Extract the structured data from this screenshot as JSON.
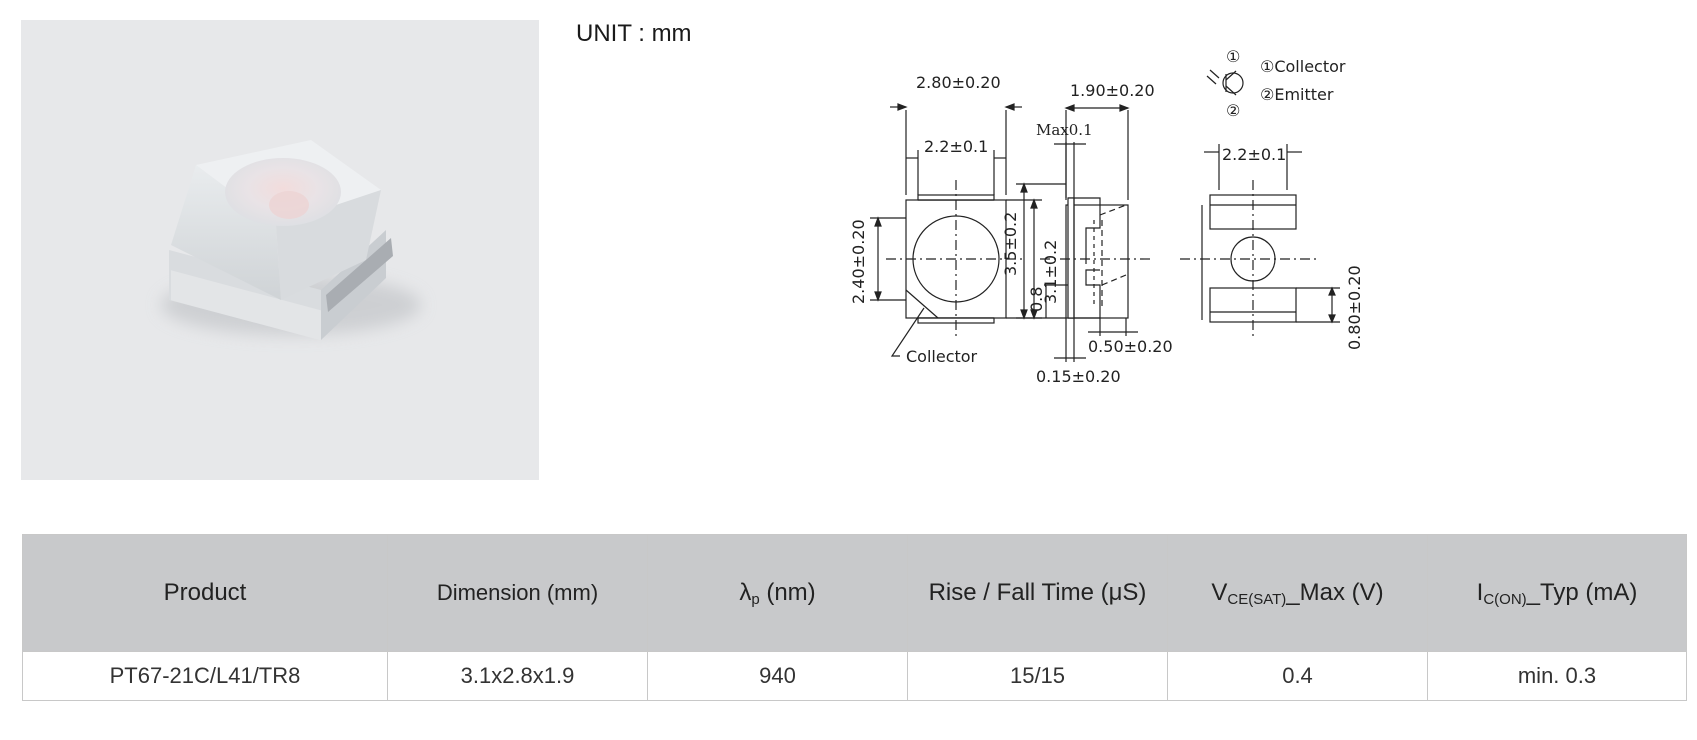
{
  "unit_label": "UNIT : mm",
  "drawing": {
    "top_width": "2.80±0.20",
    "top_inner_width": "2.2±0.1",
    "top_left_height": "2.40±0.20",
    "top_right_height": "3.1±0.2",
    "top_collector": "Collector",
    "side_width": "1.90±0.20",
    "side_max": "Max0.1",
    "side_height": "3.5±0.2",
    "side_lead": "0.8",
    "side_bottom_1": "0.50±0.20",
    "side_bottom_2": "0.15±0.20",
    "bottom_inner_width": "2.2±0.1",
    "bottom_pad": "0.80±0.20",
    "pin1": "①",
    "pin2": "②",
    "legend_1": "①Collector",
    "legend_2": "②Emitter"
  },
  "table": {
    "headers": {
      "product": "Product",
      "dimension": "Dimension (mm)",
      "lambda_sym": "λ",
      "lambda_sub": "p",
      "lambda_unit": " (nm)",
      "rise_fall": "Rise / Fall Time (μS)",
      "vce_sym": "V",
      "vce_sub": "CE(SAT)",
      "vce_rest": "_Max (V)",
      "ic_sym": "I",
      "ic_sub": "C(ON)",
      "ic_rest": "_Typ (mA)"
    },
    "rows": [
      {
        "product": "PT67-21C/L41/TR8",
        "dimension": "3.1x2.8x1.9",
        "lambda": "940",
        "rise_fall": "15/15",
        "vce": "0.4",
        "ic": "min. 0.3"
      }
    ]
  }
}
